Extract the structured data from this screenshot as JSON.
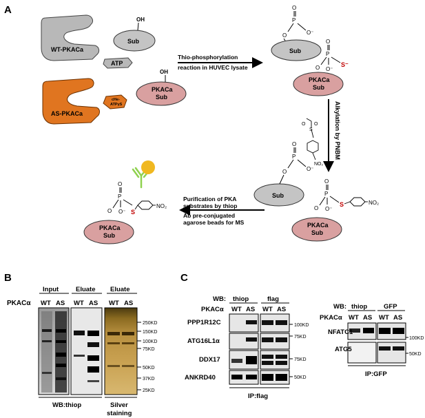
{
  "panel_a": {
    "letter": "A",
    "wt_enzyme": "WT-PKACa",
    "as_enzyme": "AS-PKACa",
    "atp": "ATP",
    "ce_atpgs_line1": "cHe-",
    "ce_atpgs_line2": "ATPγS",
    "sub": "Sub",
    "pkaca_sub_line1": "PKACa",
    "pkaca_sub_line2": "Sub",
    "oh": "OH",
    "arrow1_line1": "Thio-phosphorylation",
    "arrow1_line2": "reaction in HUVEC lysate",
    "arrow2_label": "Alkylation by PNBM",
    "arrow3_line1": "Purification of  PKA",
    "arrow3_line2": "substrates by thiop",
    "arrow3_line3": "Ab pre-conjugated",
    "arrow3_line4": "agarose beads for MS",
    "atom_o": "O",
    "atom_p": "P",
    "atom_s": "S",
    "atom_o_minus": "O⁻",
    "s_minus": "S⁻",
    "no2": "NO₂",
    "no2_small": "NO₂",
    "so2": "S",
    "colors": {
      "sub_gray": "#b8b8b8",
      "pkaca_pink": "#d9a0a0",
      "orange": "#e07520",
      "antibody_green": "#8fd14f",
      "bead_gold": "#f0b820",
      "sulfur_red": "#c00000"
    }
  },
  "panel_b": {
    "letter": "B",
    "row_label": "PKACα",
    "groups": [
      "Input",
      "Eluate",
      "Eluate"
    ],
    "lanes": [
      "WT",
      "AS",
      "WT",
      "AS",
      "WT",
      "AS"
    ],
    "markers": [
      "250KD",
      "150KD",
      "100KD",
      "75KD",
      "50KD",
      "37KD",
      "25KD"
    ],
    "footer_left": "WB:thiop",
    "footer_right_line1": "Silver",
    "footer_right_line2": "staining"
  },
  "panel_c": {
    "letter": "C",
    "wb_label": "WB:",
    "row_label": "PKACα",
    "left_groups": [
      "thiop",
      "flag"
    ],
    "lanes": [
      "WT",
      "AS",
      "WT",
      "AS"
    ],
    "left_rows": [
      "PPP1R12C",
      "ATG16L1α",
      "DDX17",
      "ANKRD40"
    ],
    "left_markers": [
      "100KD",
      "75KD",
      "75KD",
      "50KD"
    ],
    "left_footer": "IP:flag",
    "right_groups": [
      "thiop",
      "GFP"
    ],
    "right_rows": [
      "NFATC1",
      "ATG5"
    ],
    "right_markers": [
      "100KD",
      "50KD"
    ],
    "right_footer": "IP:GFP"
  }
}
